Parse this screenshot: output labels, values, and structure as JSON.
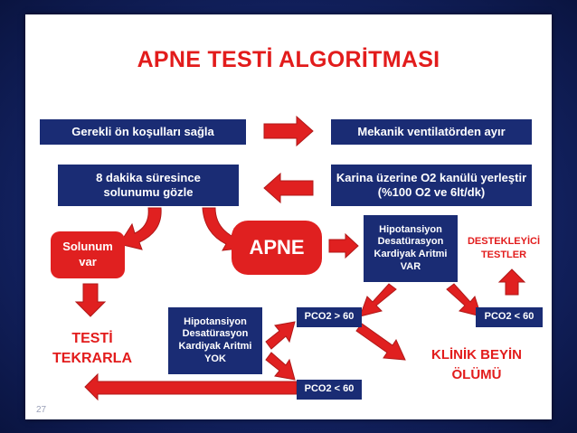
{
  "title": "APNE TESTİ ALGORİTMASI",
  "steps": {
    "prerequisites": "Gerekli ön koşulları sağla",
    "disconnect_ventilator": "Mekanik ventilatörden ayır",
    "observe_breathing": "8 dakika süresince solunumu gözle",
    "oxygen_cannula": "Karina üzerine O2 kanülü yerleştir (%100 O2 ve 6lt/dk)",
    "breathing_present": "Solunum var",
    "apnea": "APNE",
    "instability_present": "Hipotansiyon Desatürasyon Kardiyak Aritmi VAR",
    "supportive_tests": "DESTEKLEYİCİ TESTLER",
    "repeat_test": "TESTİ TEKRARLA",
    "instability_absent": "Hipotansiyon Desatürasyon Kardiyak Aritmi YOK",
    "pco2_gt_60": "PCO2 > 60",
    "pco2_lt_60_right": "PCO2 < 60",
    "pco2_lt_60_bottom": "PCO2 < 60",
    "clinical_brain_death": "KLİNİK BEYİN ÖLÜMÜ"
  },
  "page_number": "27",
  "colors": {
    "box_navy": "#1a2c74",
    "accent_red": "#e21c1c",
    "arrow_red": "#e02020",
    "background_blue": "#142466"
  }
}
